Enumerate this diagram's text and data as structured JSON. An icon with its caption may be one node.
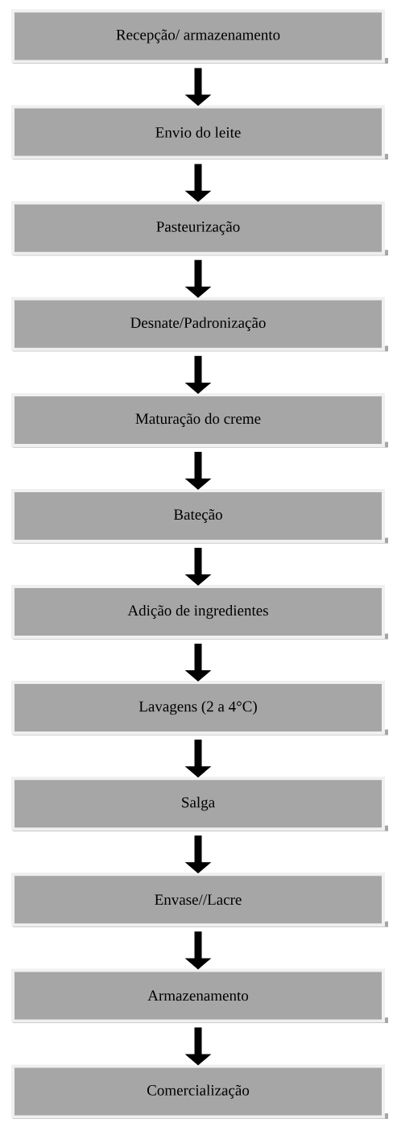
{
  "diagram": {
    "nodes": [
      {
        "text": [
          "Recepção/ armazenamento"
        ]
      },
      {
        "text": [
          "Envio do leite"
        ]
      },
      {
        "text": [
          "Pasteurização"
        ]
      },
      {
        "text": [
          "Desnate/Padronização"
        ]
      },
      {
        "text": [
          "Maturação do creme"
        ]
      },
      {
        "text": [
          "Bateção"
        ]
      },
      {
        "text": [
          "Adição de ingredientes"
        ]
      },
      {
        "text": [
          "Lavagens (2 a 4°C)"
        ]
      },
      {
        "text": [
          "Salga"
        ]
      },
      {
        "text": [
          "Envase//Lacre"
        ]
      },
      {
        "text": [
          "Armazenamento"
        ]
      },
      {
        "text": [
          "Comercialização"
        ]
      }
    ],
    "edges": [
      {
        "from": 0,
        "to": 1,
        "arrow": "to"
      },
      {
        "from": 1,
        "to": 2,
        "arrow": "to"
      },
      {
        "from": 2,
        "to": 3,
        "arrow": "to"
      },
      {
        "from": 3,
        "to": 4,
        "arrow": "to"
      },
      {
        "from": 4,
        "to": 5,
        "arrow": "to"
      },
      {
        "from": 5,
        "to": 6,
        "arrow": "to"
      },
      {
        "from": 6,
        "to": 7,
        "arrow": "to"
      },
      {
        "from": 7,
        "to": 8,
        "arrow": "to"
      },
      {
        "from": 8,
        "to": 9,
        "arrow": "to"
      },
      {
        "from": 9,
        "to": 10,
        "arrow": "to"
      },
      {
        "from": 10,
        "to": 11,
        "arrow": "to"
      }
    ]
  }
}
